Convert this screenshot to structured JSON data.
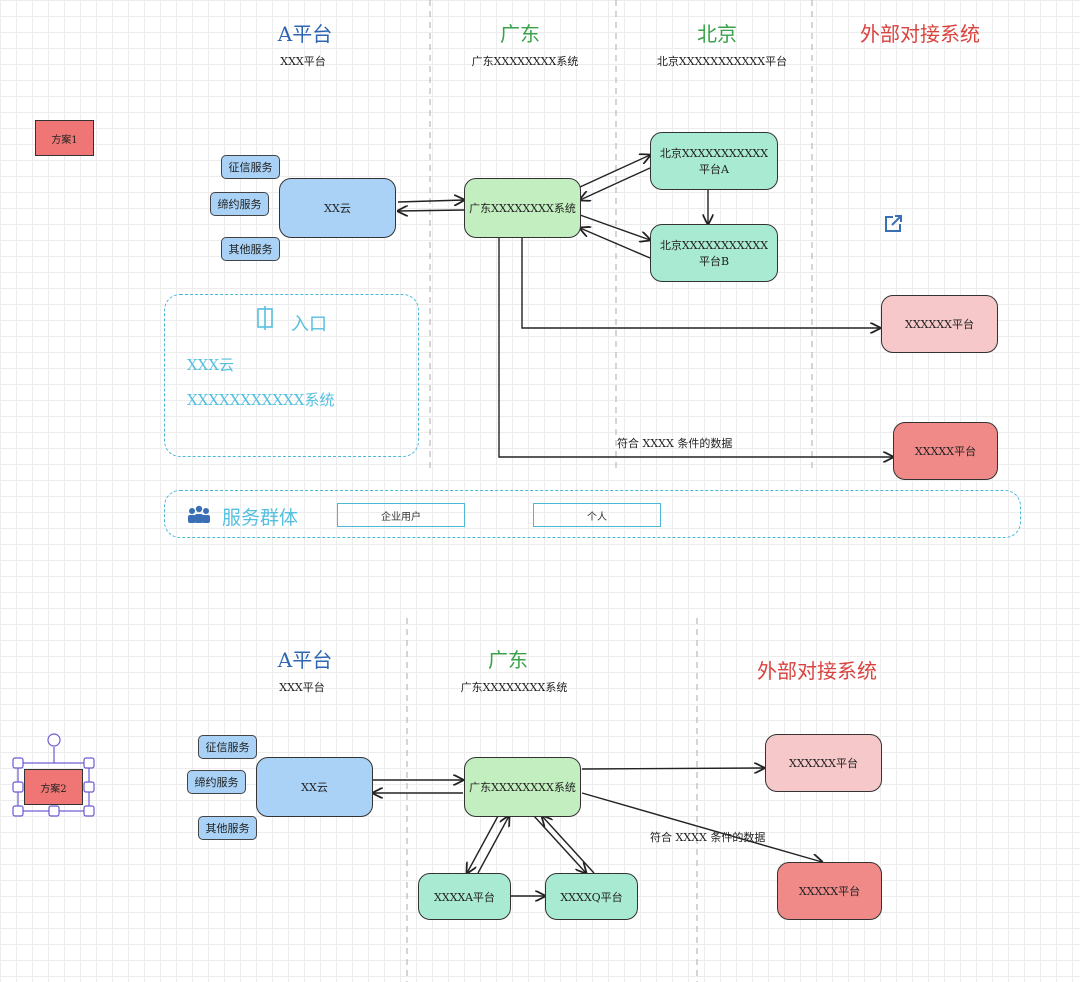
{
  "scheme1": {
    "button": "方案1",
    "zones": [
      {
        "title": "A平台",
        "subtitle": "XXX平台",
        "color": "#2f66b3"
      },
      {
        "title": "广东",
        "subtitle": "广东XXXXXXXX系统",
        "color": "#39a24a"
      },
      {
        "title": "北京",
        "subtitle": "北京XXXXXXXXXXX平台",
        "color": "#39a24a"
      },
      {
        "title": "外部对接系统",
        "subtitle": "",
        "color": "#d9433f"
      }
    ],
    "services": [
      "征信服务",
      "缔约服务",
      "其他服务"
    ],
    "nodes": {
      "xx_cloud": "XX云",
      "gd_system": "广东XXXXXXXX系统",
      "bj_a": "北京XXXXXXXXXXX平台A",
      "bj_b": "北京XXXXXXXXXXX平台B",
      "ext_pink": "XXXXXX平台",
      "ext_red": "XXXXX平台"
    },
    "edge_label": "符合 XXXX 条件的数据",
    "entry_panel": {
      "title": "入口",
      "items": [
        "XXX云",
        "XXXXXXXXXXX系统"
      ]
    },
    "service_group": {
      "title": "服务群体",
      "chips": [
        "企业用户",
        "个人"
      ]
    }
  },
  "scheme2": {
    "button": "方案2",
    "zones": [
      {
        "title": "A平台",
        "subtitle": "XXX平台",
        "color": "#2f66b3"
      },
      {
        "title": "广东",
        "subtitle": "广东XXXXXXXX系统",
        "color": "#39a24a"
      },
      {
        "title": "外部对接系统",
        "subtitle": "",
        "color": "#d9433f"
      }
    ],
    "services": [
      "征信服务",
      "缔约服务",
      "其他服务"
    ],
    "nodes": {
      "xx_cloud": "XX云",
      "gd_system": "广东XXXXXXXX系统",
      "xxxxa": "XXXXA平台",
      "xxxxq": "XXXXQ平台",
      "ext_pink": "XXXXXX平台",
      "ext_red": "XXXXX平台"
    },
    "edge_label": "符合 XXXX 条件的数据"
  },
  "colors": {
    "blue_node": "#a9d2f6",
    "green_node": "#c3efc0",
    "teal_node": "#a9ead3",
    "pink_node": "#f7c8c9",
    "red_node": "#ef8a89",
    "dashed_cyan": "#4cb8d6",
    "selection_purple": "#6c5bd4"
  }
}
